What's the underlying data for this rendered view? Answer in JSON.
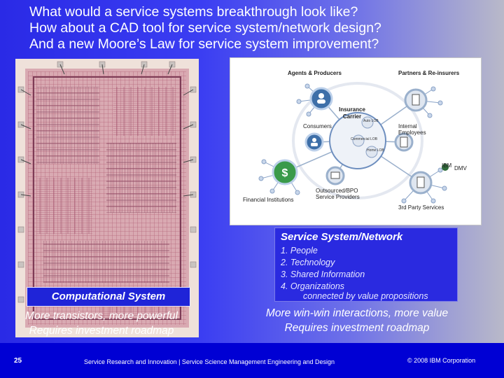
{
  "title": {
    "line1": "What would a service systems breakthrough look like?",
    "line2": "How about a CAD tool for service system/network design?",
    "line3": "And a new Moore’s Law for service system improvement?"
  },
  "left": {
    "box_label": "Computational System",
    "caption_line1": "More transistors, more powerful",
    "caption_line2": "Requires investment roadmap"
  },
  "diagram": {
    "agents": "Agents & Producers",
    "partners": "Partners & Re-insurers",
    "carrier_1": "Insurance",
    "carrier_2": "Carrier",
    "consumers": "Consumers",
    "internal_1": "Internal",
    "internal_2": "Employees",
    "auto_lob": "Auto LOB",
    "commercial_lob": "Commercial LOB",
    "home_lob": "Home LOB",
    "dmv": "DMV",
    "outsourced_1": "Outsourced/BPO",
    "outsourced_2": "Service Providers",
    "financial": "Financial Institutions",
    "third_party": "3rd Party Services",
    "ibm": "IBM"
  },
  "service": {
    "title": "Service System/Network",
    "items": [
      "1. People",
      "2. Technology",
      "3. Shared Information",
      "4. Organizations"
    ],
    "sub": "connected by value propositions",
    "caption_line1": "More win-win interactions, more value",
    "caption_line2": "Requires investment roadmap"
  },
  "footer": {
    "page": "25",
    "text": "Service Research and Innovation  |  Service Science Management Engineering and Design",
    "copyright": "© 2008 IBM Corporation"
  },
  "colors": {
    "background": "#1e1edc",
    "footer": "#0000d4",
    "box": "#2a2ae0",
    "node_blue": "#3e6fa8"
  }
}
